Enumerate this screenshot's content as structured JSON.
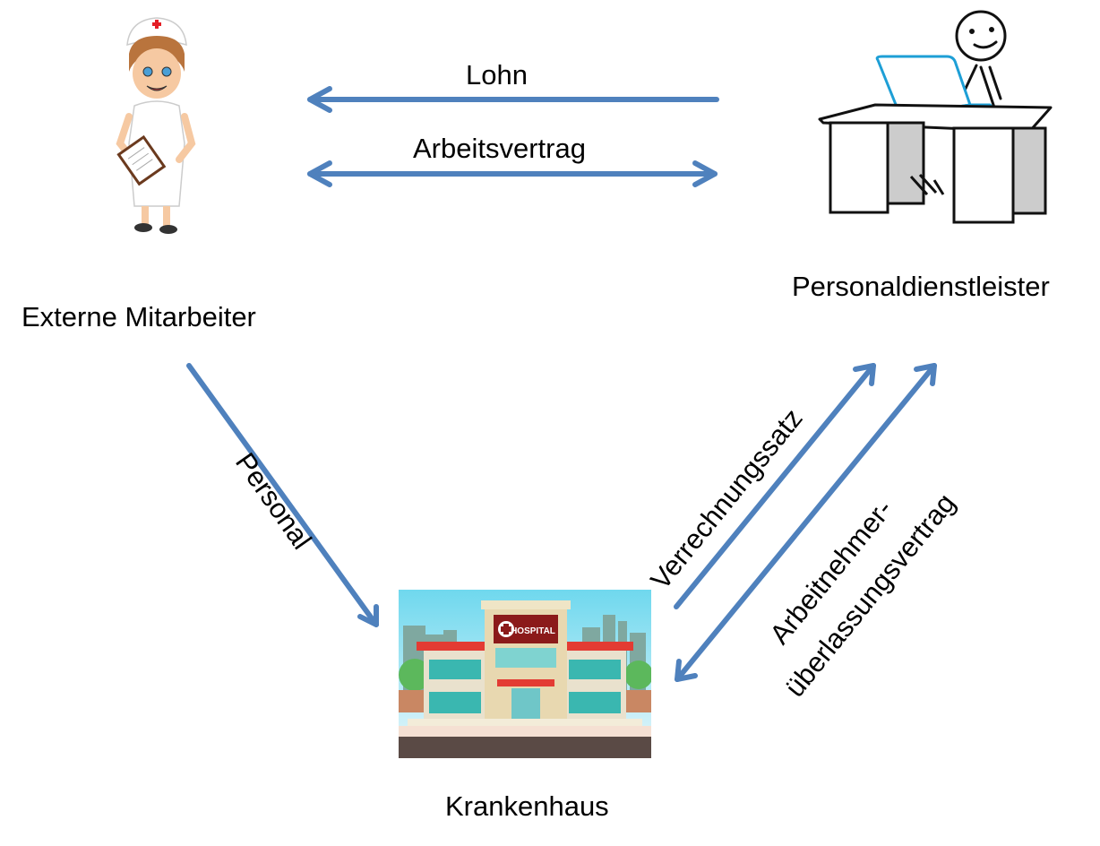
{
  "nodes": {
    "externe_mitarbeiter": {
      "label": "Externe Mitarbeiter",
      "icon": "nurse-icon"
    },
    "personaldienstleister": {
      "label": "Personaldienstleister",
      "icon": "person-at-desk-icon"
    },
    "krankenhaus": {
      "label": "Krankenhaus",
      "icon": "hospital-building-icon",
      "sign_text": "HOSPITAL"
    }
  },
  "edges": {
    "lohn": {
      "label": "Lohn",
      "from": "Personaldienstleister",
      "to": "Externe Mitarbeiter",
      "direction": "one-way"
    },
    "arbeitsvertrag": {
      "label": "Arbeitsvertrag",
      "from": "Externe Mitarbeiter",
      "to": "Personaldienstleister",
      "direction": "two-way"
    },
    "personal": {
      "label": "Personal",
      "from": "Externe Mitarbeiter",
      "to": "Krankenhaus",
      "direction": "one-way"
    },
    "verrechnungssatz": {
      "label": "Verrechnungssatz",
      "from": "Krankenhaus",
      "to": "Personaldienstleister",
      "direction": "one-way"
    },
    "aueberlassung": {
      "label_line1": "Arbeitnehmer-",
      "label_line2": "überlassungsvertrag",
      "from": "Krankenhaus",
      "to": "Personaldienstleister",
      "direction": "two-way"
    }
  },
  "colors": {
    "arrow": "#4F81BD"
  }
}
